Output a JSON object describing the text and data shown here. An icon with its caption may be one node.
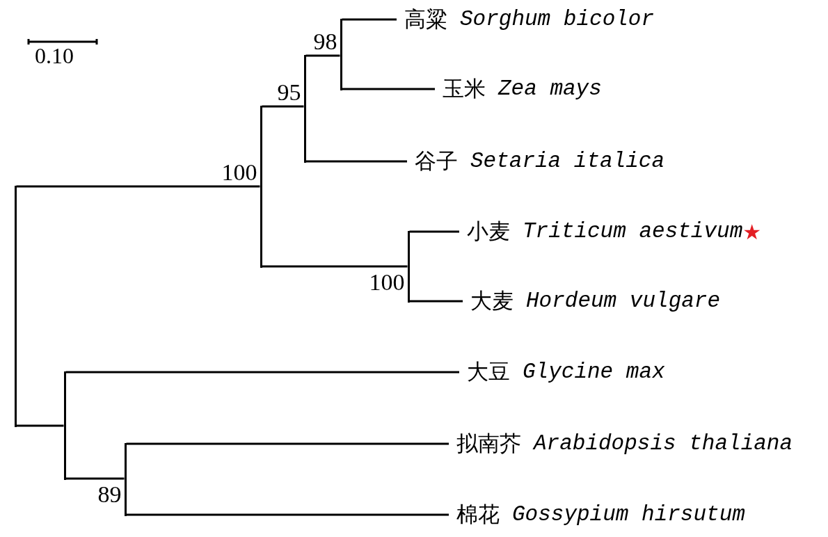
{
  "diagram": {
    "nodes": [
      {
        "text": [],
        "shape": "bar"
      },
      {
        "text": [],
        "shape": "bar",
        "beside": [
          "100"
        ]
      },
      {
        "text": [],
        "shape": "bar",
        "beside": [
          "95"
        ]
      },
      {
        "text": [],
        "shape": "bar",
        "beside": [
          "98"
        ]
      },
      {
        "text": [
          "高粱",
          "Sorghum bicolor"
        ]
      },
      {
        "text": [
          "玉米",
          "Zea mays"
        ]
      },
      {
        "text": [
          "谷子",
          "Setaria italica"
        ]
      },
      {
        "text": [],
        "shape": "bar",
        "beside": [
          "100"
        ]
      },
      {
        "text": [
          "小麦",
          "Triticum aestivum"
        ],
        "beside": [
          "★"
        ]
      },
      {
        "text": [
          "大麦",
          "Hordeum vulgare"
        ]
      },
      {
        "text": [],
        "shape": "bar"
      },
      {
        "text": [
          "大豆",
          "Glycine max"
        ]
      },
      {
        "text": [],
        "shape": "bar",
        "beside": [
          "89"
        ]
      },
      {
        "text": [
          "拟南芥",
          "Arabidopsis thaliana"
        ]
      },
      {
        "text": [
          "棉花",
          "Gossypium hirsutum"
        ]
      }
    ],
    "edges": [
      {
        "from": 0,
        "to": 1,
        "arrow": "none"
      },
      {
        "from": 1,
        "to": 2,
        "arrow": "none"
      },
      {
        "from": 2,
        "to": 3,
        "arrow": "none"
      },
      {
        "from": 3,
        "to": 4,
        "arrow": "none"
      },
      {
        "from": 3,
        "to": 5,
        "arrow": "none"
      },
      {
        "from": 2,
        "to": 6,
        "arrow": "none"
      },
      {
        "from": 1,
        "to": 7,
        "arrow": "none"
      },
      {
        "from": 7,
        "to": 8,
        "arrow": "none"
      },
      {
        "from": 7,
        "to": 9,
        "arrow": "none"
      },
      {
        "from": 0,
        "to": 10,
        "arrow": "none"
      },
      {
        "from": 10,
        "to": 11,
        "arrow": "none"
      },
      {
        "from": 10,
        "to": 12,
        "arrow": "none"
      },
      {
        "from": 12,
        "to": 13,
        "arrow": "none"
      },
      {
        "from": 12,
        "to": 14,
        "arrow": "none"
      }
    ],
    "labels": [
      "0.10"
    ]
  }
}
